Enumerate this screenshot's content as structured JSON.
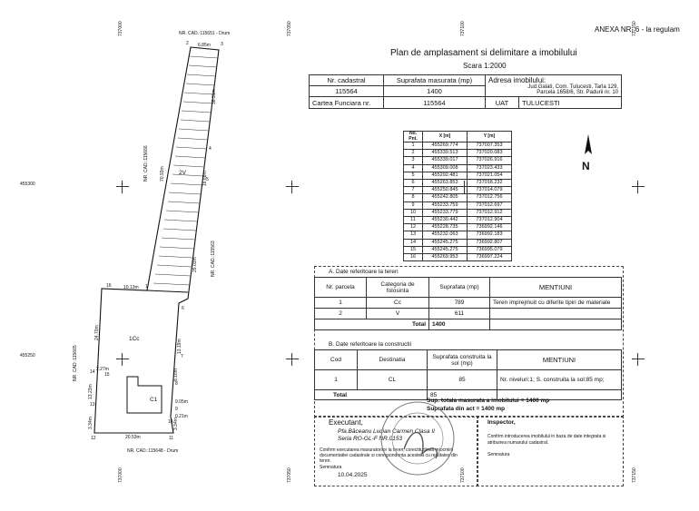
{
  "header": {
    "annex": "ANEXA NR. 6 - la regulam",
    "title": "Plan de amplasament si delimitare a imobilului",
    "scale": "Scara 1:2000"
  },
  "info_table": {
    "h_cadastral": "Nr. cadastral",
    "h_surface": "Suprafata masurata (mp)",
    "h_address": "Adresa imobilului:",
    "cadastral": "115564",
    "surface": "1400",
    "address_line1": "Jud.Galati, Com. Tulucesti, Tarla 129,",
    "address_line2": "Parcela 1658/6, Str. Padurii nr. 10",
    "carte_label": "Cartea Funciara nr.",
    "carte_value": "115564",
    "uat_label": "UAT",
    "uat_value": "TULUCESTI"
  },
  "coords": {
    "h_no": "No. Pnt.",
    "h_x": "X [m]",
    "h_y": "Y [m]",
    "rows": [
      [
        "1",
        "455269.774",
        "737007.353"
      ],
      [
        "2",
        "455339.513",
        "737020.083"
      ],
      [
        "3",
        "455339.017",
        "737026.916"
      ],
      [
        "4",
        "455309.008",
        "737023.433"
      ],
      [
        "5",
        "455292.481",
        "737021.054"
      ],
      [
        "6",
        "455263.853",
        "737018.232"
      ],
      [
        "7",
        "455250.845",
        "737014.079"
      ],
      [
        "8",
        "455242.805",
        "737012.756"
      ],
      [
        "9",
        "455233.759",
        "737012.697"
      ],
      [
        "10",
        "455233.779",
        "737012.912"
      ],
      [
        "11",
        "455230.442",
        "737012.904"
      ],
      [
        "12",
        "455228.735",
        "736992.146"
      ],
      [
        "13",
        "455232.063",
        "736992.183"
      ],
      [
        "14",
        "455245.275",
        "736992.807"
      ],
      [
        "15",
        "455245.275",
        "736995.079"
      ],
      [
        "16",
        "455269.953",
        "736997.224"
      ]
    ]
  },
  "grid_labels": {
    "top": [
      "737000",
      "737050",
      "737100",
      "737150"
    ],
    "bottom": [
      "737000",
      "737050",
      "737100",
      "737150"
    ],
    "left": [
      "455300",
      "455250"
    ]
  },
  "map_labels": {
    "drum_top": "NR. CAD.:115651 - Drum",
    "drum_bottom": "NR. CAD.:115648 - Drum",
    "cad_left": "NR. CAD.:115666",
    "cad_right": "NR. CAD.:115563",
    "cad_left2": "NR. CAD.:115665",
    "p2": "2",
    "p3": "3",
    "p4": "4",
    "p5": "5",
    "p6": "6",
    "p7": "7",
    "p8": "8",
    "p9": "9",
    "p10": "10",
    "p11": "11",
    "p12": "12",
    "p13": "13",
    "p14": "14",
    "p15": "15",
    "p16": "16",
    "p1": "1",
    "d23": "6.85m",
    "d34": "38.31m",
    "d45": "16.68m",
    "d56": "29.03m",
    "d161": "10.13m",
    "d1213": "3.34m",
    "d1314": "13.23m",
    "d1415": "2.27m",
    "d1516": "24.70m",
    "d1112": "20.53m",
    "d1011": "3.34m",
    "d910": "0.21m",
    "d89": "9.05m",
    "d78": "8.16m",
    "d67": "13.19m",
    "d5616": "70.93m",
    "zone2v": "2V",
    "zone1cc": "1Cc",
    "building": "C1"
  },
  "north": "N",
  "sectionA": {
    "title": "A. Date referitoare la teren",
    "h_nr": "Nr. parcela",
    "h_cat": "Categoria de folosinta",
    "h_sup": "Suprafata (mp)",
    "h_ment": "MENTIUNI",
    "rows": [
      {
        "nr": "1",
        "cat": "Cc",
        "sup": "789",
        "ment": "Teren imprejmuit cu diferite tipiri de materiale"
      },
      {
        "nr": "2",
        "cat": "V",
        "sup": "611",
        "ment": ""
      }
    ],
    "total_label": "Total",
    "total_value": "1400"
  },
  "sectionB": {
    "title": "B. Date referitoare la constructii",
    "h_cod": "Cod",
    "h_dest": "Destinatia",
    "h_sup": "Suprafata construita la sol (mp)",
    "h_ment": "MENTIUNI",
    "rows": [
      {
        "cod": "1",
        "dest": "CL",
        "sup": "85",
        "ment": "Nr. niveluri:1; S. construita la sol:85 mp;"
      }
    ],
    "total_label": "Total",
    "total_value": "85"
  },
  "summary": {
    "line1": "Sup. totala masurata a imobilului = 1400 mp",
    "line2": "Suprafata din act = 1400 mp"
  },
  "executant": {
    "title": "Executant,",
    "name": "Pfa.Băceanu Lucian Carmen Clasa II",
    "serie": "Seria RO-GL-F NR.0153",
    "confirm": "Confirm executarea masuratorilor la teren, corectitudinea intocmirii documentatiei cadastrale si corespondenta acesteia cu realitatea din teren.",
    "sign_label": "Semnatura",
    "date": "10.04.2025"
  },
  "inspector": {
    "title": "Inspector,",
    "text": "Confirm introducerea imobilului in baza de date integrata si atribuirea numarului cadastral.",
    "sign_label": "Semnatura"
  }
}
